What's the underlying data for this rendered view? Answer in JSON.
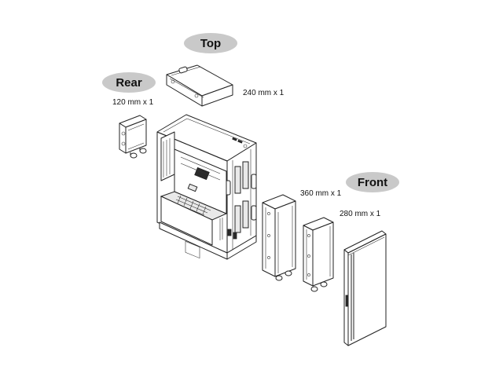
{
  "labels": {
    "top": "Top",
    "rear": "Rear",
    "front": "Front"
  },
  "specs": {
    "top": "240 mm x 1",
    "rear": "120 mm x 1",
    "front_360": "360 mm x 1",
    "front_280": "280 mm x 1"
  },
  "colors": {
    "label_bubble": "#c9c9c9",
    "line_art": "#222222",
    "background": "#ffffff"
  }
}
